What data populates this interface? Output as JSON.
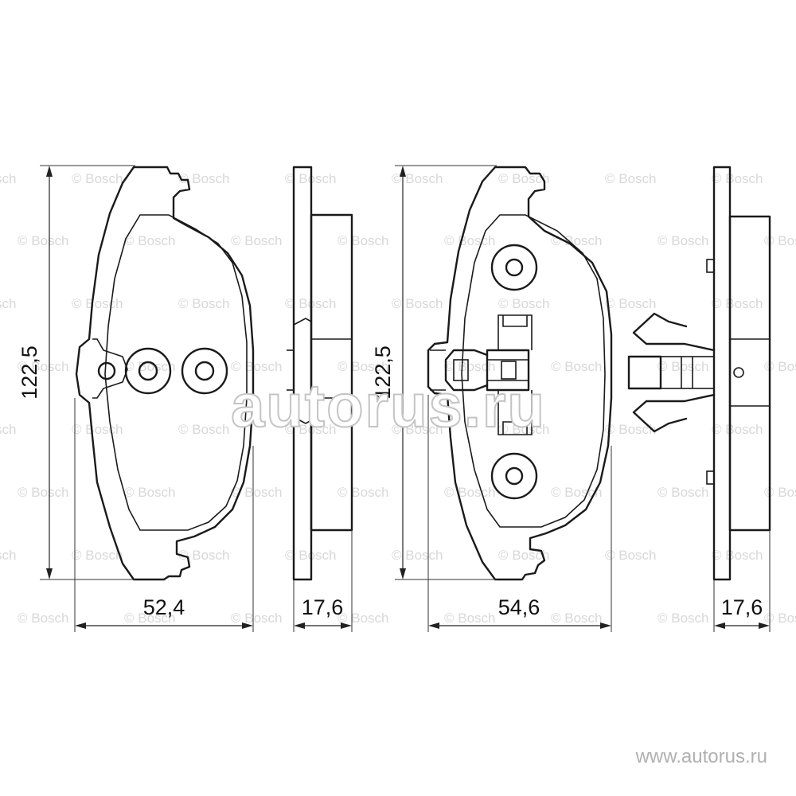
{
  "dimensions": {
    "pad1_height": "122,5",
    "pad1_width": "52,4",
    "pad1_thickness": "17,6",
    "pad2_height": "122,5",
    "pad2_width": "54,6",
    "pad2_thickness": "17,6"
  },
  "watermarks": {
    "repeat_text": "© Bosch",
    "brand_overlay": "autorus.ru",
    "site_url": "www.autorus.ru"
  },
  "colors": {
    "line": "#1a1a1a",
    "watermark": "#d8d8d8",
    "url": "#b0b0b0"
  }
}
